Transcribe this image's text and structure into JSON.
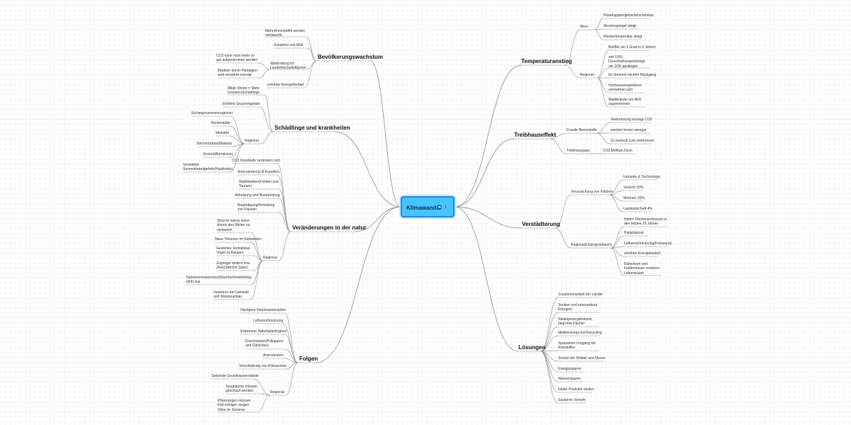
{
  "root": {
    "label": "Klimawandel",
    "icon": "☁",
    "count": "1"
  },
  "branches": {
    "bevoelkerung": {
      "label": "Bevölkerungswachstum",
      "n1": "Mehr Brennstoffe werden verbraucht",
      "n2": "Zunahme von Müll",
      "n3": "Waldrodung für Landwirtschaftsflächen",
      "n3a": "CO2 kann nicht mehr so gut aufgenommen werden",
      "n3b": "Markt­en durch Plantagen wird verstärkt erzeugt",
      "n4": "erhöhter Energiebedarf"
    },
    "schaedlinge": {
      "label": "Schädlinge und krankheiten",
      "n1": "Milde Winter = Mehr Insekten/Schädlinge",
      "n2": "Erhöhte Seuchengefahr",
      "reg": "Regional",
      "r1": "Eichenprozessionsspinner",
      "r2": "Borkenkäfer",
      "r3": "Maikäfer",
      "r4": "Stechmücken(Malaria)",
      "r5": "Zecken(Borreliose)",
      "r6": "Verstärkte Sonnenbrandgefahr(Hautkrebs)"
    },
    "natur": {
      "label": "Veränderungen in der natur",
      "n1": "CO2 Kreisläufe verändern sich",
      "n2": "Artensterben(z.B.Korallen)",
      "n3": "Waldsterben(Fichten und Tannen)",
      "n4": "Abholzung und Brandrodung",
      "n5": "Begradigung/Umleitung von Flüssen",
      "reg": "Regional",
      "r1": "Störche haben keine Anreiz den Winter zu verlassen",
      "r2": "Neue Tierarten im Südwesten",
      "r3": "Gestörtes Verhältniss Vögel zu Raupen",
      "r4": "Zugvögel ändern ihre Ziele(Störche,Stare)",
      "r5": "Taubenschwänzchen(Nachtschmetterling) stirbt aus",
      "r6": "Gewinner bei Getreide und Weizenanbau"
    },
    "folgen": {
      "label": "Folgen",
      "n1": "Häufigere Naturkatastrophen",
      "n2": "Luftverschmutzung",
      "n3": "Extremere Naturkatastrophen",
      "n4": "Eisschmelze(Polkappen und Gletscher)",
      "n5": "Artensterben",
      "n6": "Verschiebung von Klimazonen",
      "reg": "Regional",
      "r1": "Sinkende Grundwasserstände",
      "r2": "Jungbäume müssen geschützt werden",
      "r3": "Pflanzungen müssen früh erfolgen wegen Hitze im Sommer"
    },
    "temperatur": {
      "label": "Temperaturanstieg",
      "meer": "Meer",
      "m1": "Polarkappen/gletscherschmelze",
      "m2": "Meeresspiegel steigt",
      "m3": "Wassertemperatur steigt",
      "reg": "Regional",
      "r1": "Bei/Bis um 1 Grad in 5 Jahren",
      "r2": "seit 1901 Durschnitsregenmenge um 10% gestiegen",
      "r3": "Im Sommer leichter Rückgang",
      "r4": "Hochwassergefahren vermehren sich",
      "r5": "Waldbrände um 40% zugenommen"
    },
    "treibhaus": {
      "label": "Treibhauseffekt",
      "fossil": "Fossile Brennstoffe",
      "f1": "Verbrennung erzeugt CO2",
      "f2": "werden immer weniger",
      "f3": "Zu wertvoll zum verbrennen",
      "gase": "Treibhausgase",
      "g1": "CO2,Methan,Ozon"
    },
    "verstaedterung": {
      "label": "Verstädterung",
      "verur": "Verursachung von Flächen",
      "v1": "Industrie & Technologie",
      "v2": "Verkehr 20%",
      "v3": "Wohnen 30%",
      "v4": "Landwirtschaft 4%",
      "reg": "Regional(Untergrombach)",
      "r1": "Hoher Flächenverbrauch in den letzten 20 Jahren",
      "r2": "Parkplatznot",
      "r3": "Luftverschmutzung(Feinstaub)",
      "r4": "erhöhter Energiebedarf",
      "r5": "Eidechsen und Feldermäuse verlieren Lebensraum"
    },
    "loesungen": {
      "label": "Lösungen",
      "l1": "Zusammenarbeit der Länder",
      "l2": "Senken und erneuerbare Energien",
      "l3": "Niedrigenergiehäuser, begrünte Dächer",
      "l4": "Mülltrennung und Recycling",
      "l5": "Sparsamer Umgang mit Rohstoffen",
      "l6": "Schutz der Wälder und Meere",
      "l7": "Energiesparen",
      "l8": "Wassersparen",
      "l9": "lokale Produkte kaufen",
      "l10": "Sauberer Verkehr"
    }
  }
}
